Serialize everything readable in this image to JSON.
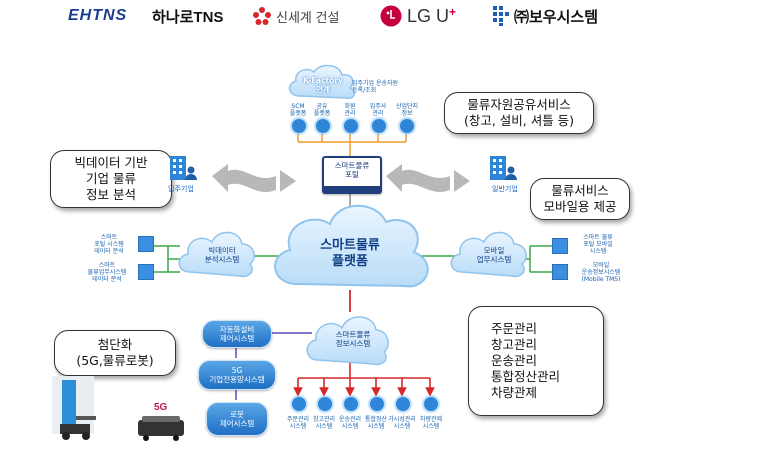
{
  "logos": {
    "htns": "EHTNS",
    "hana": "하나로TNS",
    "shinsegae": "신세계 건설",
    "lg": "LG U",
    "lg_plus": "+",
    "bowoo": "㈜보우시스템"
  },
  "top_cloud": {
    "line1": "K-Factory",
    "line2": "연계",
    "side1": "입주기업 운송자원",
    "side2": "등록/조회"
  },
  "top_services": [
    {
      "line1": "SCM",
      "line2": "플랫폼"
    },
    {
      "line1": "공유",
      "line2": "플랫폼"
    },
    {
      "line1": "회원",
      "line2": "관리"
    },
    {
      "line1": "입주사",
      "line2": "관리"
    },
    {
      "line1": "산업단지",
      "line2": "정보"
    }
  ],
  "portal": {
    "line1": "스마트물류",
    "line2": "포털"
  },
  "tenant": "입주기업",
  "general": "일반기업",
  "bubbles": {
    "bigdata": [
      "빅데이터 기반",
      "기업 물류",
      "정보 분석"
    ],
    "sharing": [
      "물류자원공유서비스",
      "(창고, 설비, 셔틀 등)"
    ],
    "mobile": [
      "물류서비스",
      "모바일용 제공"
    ],
    "advanced": [
      "첨단화",
      "(5G,물류로봇)"
    ],
    "management": [
      "주문관리",
      "창고관리",
      "운송관리",
      "통합정산관리",
      "차량관제"
    ]
  },
  "center_cloud": {
    "line1": "스마트물류",
    "line2": "플랫폼"
  },
  "left_cloud": {
    "line1": "빅데이터",
    "line2": "분석시스템"
  },
  "right_cloud": {
    "line1": "모바일",
    "line2": "업무시스템"
  },
  "bottom_cloud": {
    "line1": "스마트물류",
    "line2": "정보시스템"
  },
  "left_items": [
    {
      "line1": "스마트",
      "line2": "포털 시스템",
      "line3": "데이터 분석"
    },
    {
      "line1": "스마트",
      "line2": "물류업무시스템",
      "line3": "데이터 분석"
    }
  ],
  "right_items": [
    {
      "line1": "스마트 물류",
      "line2": "포털 모바일",
      "line3": "시스템"
    },
    {
      "line1": "모바일",
      "line2": "운송정보시스템",
      "line3": "(Mobile TMS)"
    }
  ],
  "pills": [
    {
      "line1": "자동화설비",
      "line2": "제어시스템"
    },
    {
      "line1": "5G",
      "line2": "기업전용망시스템"
    },
    {
      "line1": "로봇",
      "line2": "제어시스템"
    }
  ],
  "bottom_systems": [
    {
      "line1": "주문관리",
      "line2": "시스템"
    },
    {
      "line1": "창고관리",
      "line2": "시스템"
    },
    {
      "line1": "운송관리",
      "line2": "시스템"
    },
    {
      "line1": "통합정산",
      "line2": "시스템"
    },
    {
      "line1": "가시성관리",
      "line2": "시스템"
    },
    {
      "line1": "차량관제",
      "line2": "시스템"
    }
  ],
  "robot_badge": "5G"
}
